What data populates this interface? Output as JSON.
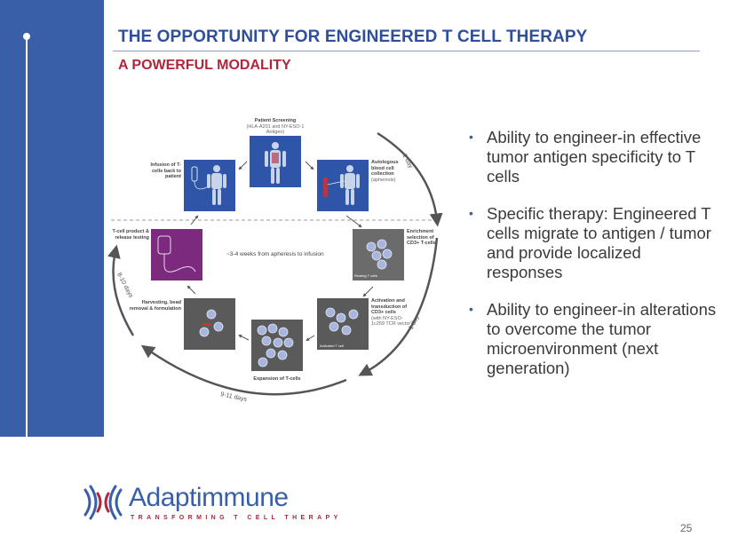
{
  "slide": {
    "title": "THE OPPORTUNITY FOR ENGINEERED T CELL THERAPY",
    "subtitle": "A POWERFUL MODALITY",
    "page_number": "25"
  },
  "diagram": {
    "patient_screening_title": "Patient Screening",
    "patient_screening_sub": "(HLA-A201 and NY-ESO-1 Antigen)",
    "infusion": "Infusion of T-cells back to patient",
    "autologous_title": "Autologous blood cell collection",
    "autologous_sub": "(apheresis)",
    "release": "T-cell product & release testing",
    "enrichment": "Enrichment selection of CD3+ T-cells",
    "center": "~3-4 weeks from apheresis to infusion",
    "harvesting": "Harvesting, bead removal & formulation",
    "activation_title": "Activation and transduction of CD3+ cells",
    "activation_sub": "(with NY-ESO-1c259 TCR vector)",
    "expansion": "Expansion of T-cells",
    "resting_caption": "Resting T cells",
    "activated_caption": "Activated T cell",
    "day_1_top": "1 day",
    "day_1_right": "1 day",
    "days_8_10": "8-10 days",
    "days_9_11": "9-11 days"
  },
  "bullets": [
    "Ability to engineer-in effective tumor antigen specificity to T cells",
    "Specific therapy: Engineered T cells migrate to antigen / tumor and provide localized responses",
    "Ability to engineer-in alterations to overcome the tumor microenvironment (next generation)"
  ],
  "logo": {
    "name": "Adaptimmune",
    "tagline": "TRANSFORMING T CELL THERAPY"
  },
  "colors": {
    "brand_blue": "#3a5fa9",
    "brand_red": "#b0263b",
    "panel_blue": "#2f55a8",
    "panel_purple": "#7b2a7e",
    "panel_gray": "#6b6b6b"
  }
}
